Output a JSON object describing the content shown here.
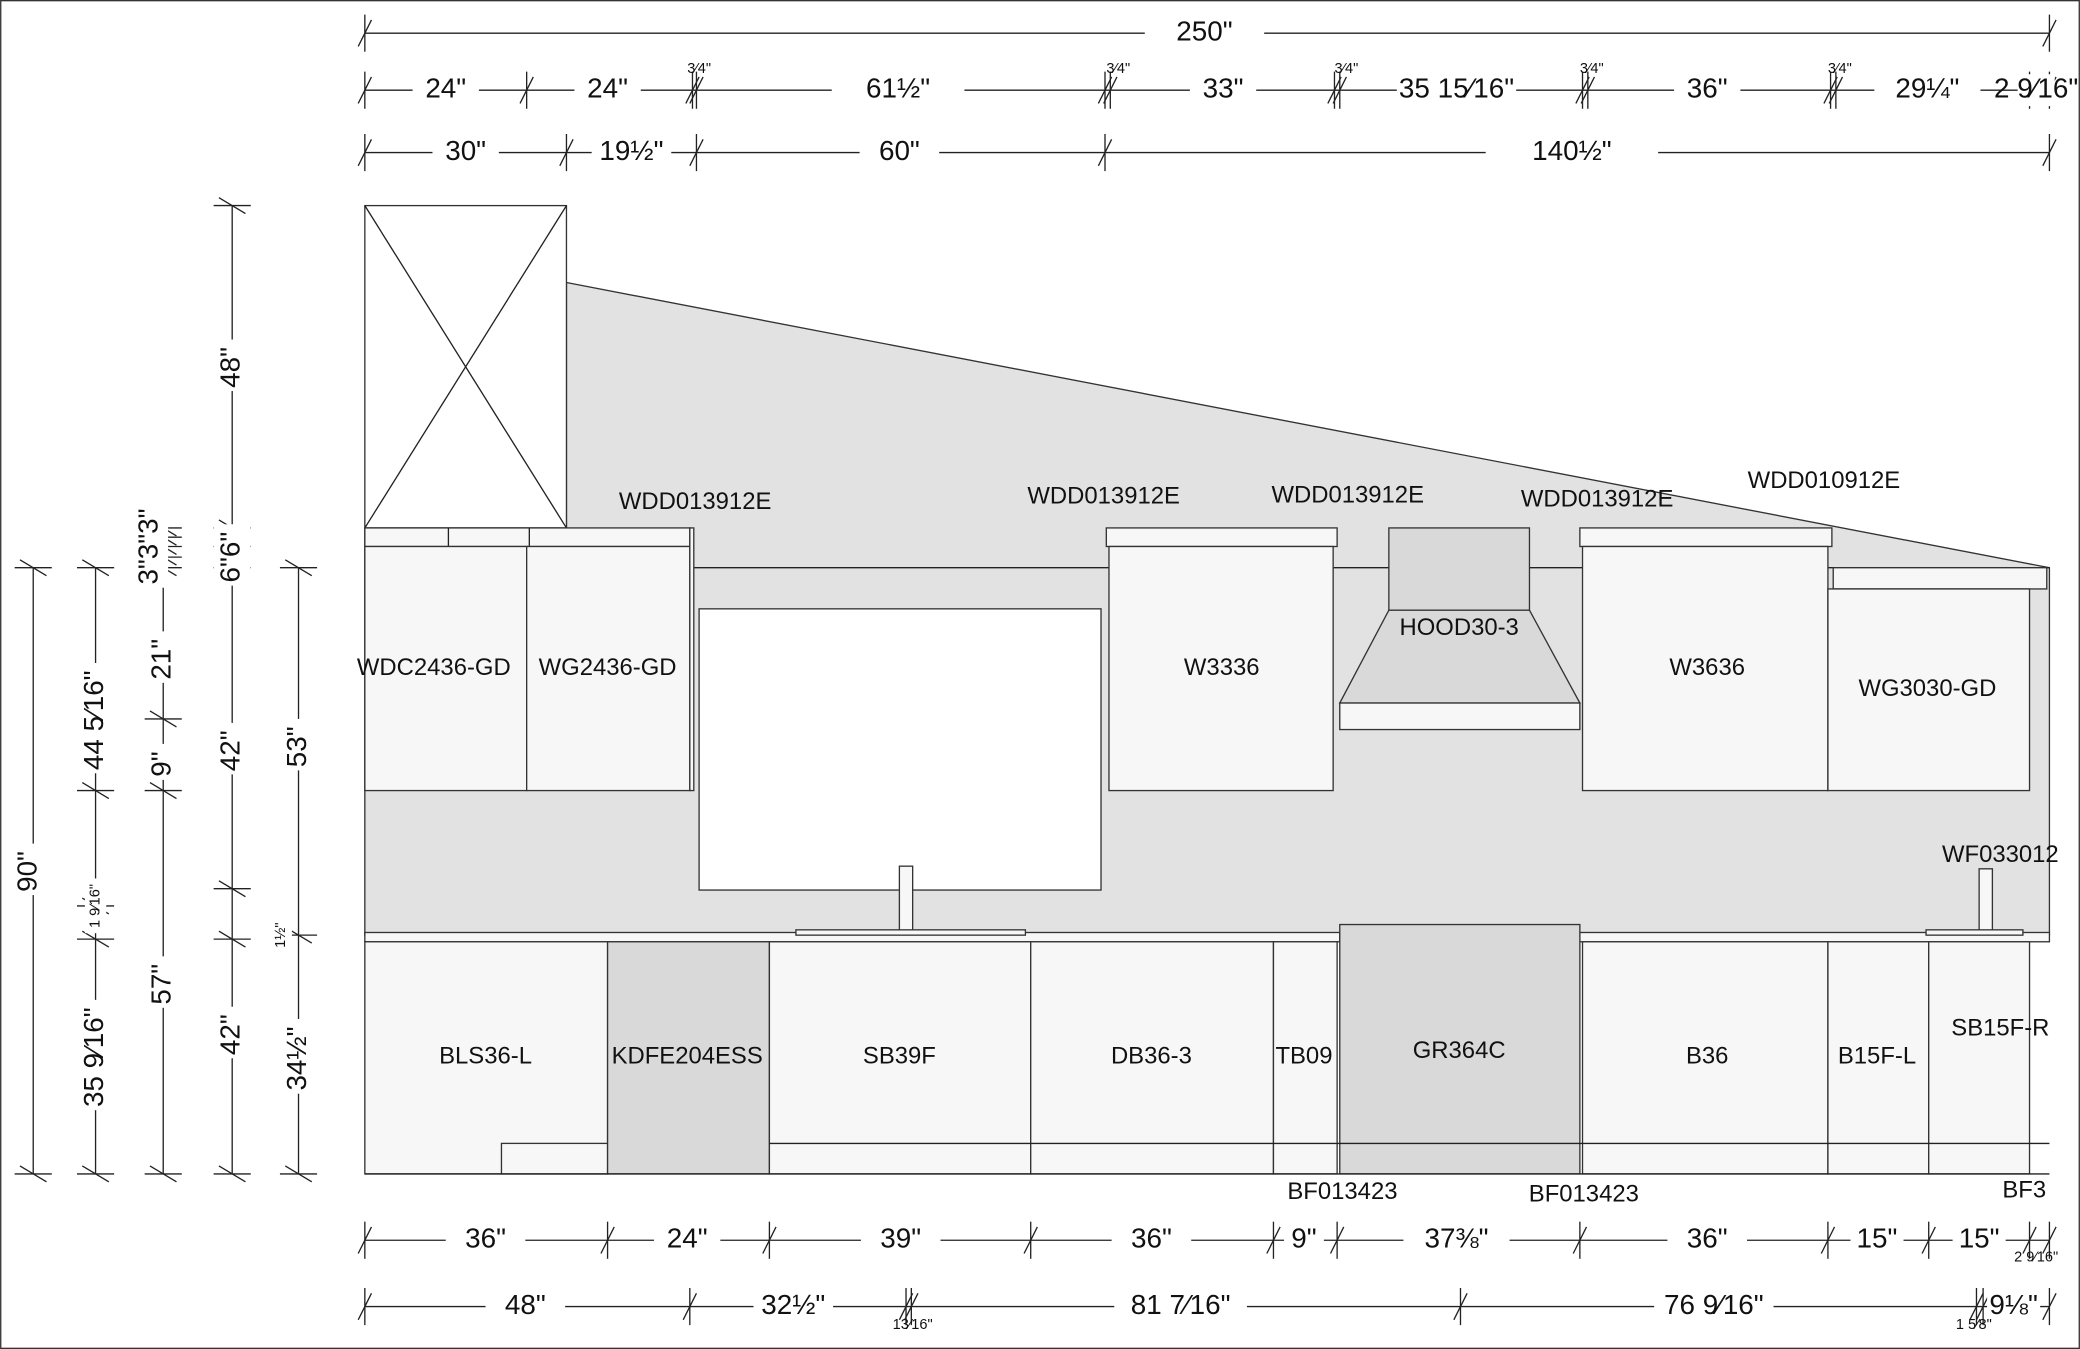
{
  "dimensions": {
    "top_overall": "250\"",
    "top_row": [
      "24\"",
      "24\"",
      "61½\"",
      "33\"",
      "35 15⁄16\"",
      "36\"",
      "29¼\"",
      "2 9⁄16\""
    ],
    "top_row_small": [
      "3⁄4\"",
      "3⁄4\"",
      "3⁄4\"",
      "3⁄4\"",
      "3⁄4\""
    ],
    "top_sub": [
      "30\"",
      "19½\"",
      "60\"",
      "140½\""
    ],
    "bottom_row": [
      "36\"",
      "24\"",
      "39\"",
      "36\"",
      "9\"",
      "37⅜\"",
      "36\"",
      "15\"",
      "15\"",
      "2 9⁄16\""
    ],
    "bottom_sub": [
      "48\"",
      "32½\"",
      "81 7⁄16\"",
      "76 9⁄16\"",
      "9⅛\""
    ],
    "bottom_small": [
      "13⁄16\"",
      "1 5⁄8\""
    ],
    "left": [
      "90\"",
      "44 5⁄16\"",
      "1 9⁄16\"",
      "35 9⁄16\"",
      "3\"3\"3\"",
      "21\"",
      "9\"",
      "57\"",
      "48\"",
      "6\"6\"",
      "42\"",
      "1½\"",
      "42\"",
      "53\"",
      "34½\""
    ]
  },
  "upper_cabinets": [
    "WDC2436-GD",
    "WG2436-GD",
    "W3336",
    "HOOD30-3",
    "W3636",
    "WG3030-GD"
  ],
  "door_labels": [
    "WDD013912E",
    "WDD013912E",
    "WDD013912E",
    "WDD013912E",
    "WDD010912E",
    "WF033012"
  ],
  "base_cabinets": [
    "BLS36-L",
    "KDFE204ESS",
    "SB39F",
    "DB36-3",
    "TB09",
    "GR364C",
    "B36",
    "B15F-L",
    "SB15F-R"
  ],
  "filler_labels": [
    "BF013423",
    "BF013423",
    "BF3"
  ]
}
